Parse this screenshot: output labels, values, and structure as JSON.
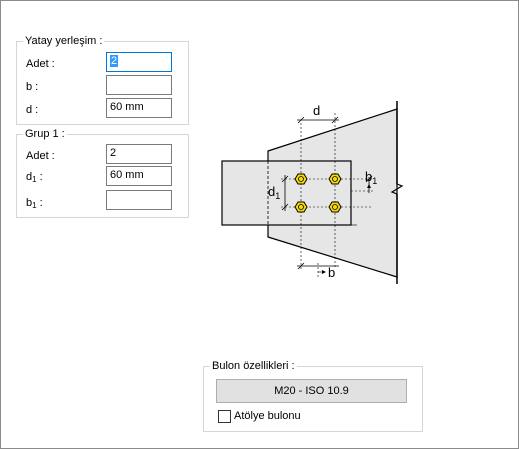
{
  "horizontal_group": {
    "title": "Yatay yerleşim :",
    "fields": [
      {
        "label": "Adet :",
        "value": "2"
      },
      {
        "label": "b :",
        "value": ""
      },
      {
        "label": "d :",
        "value": "60 mm"
      }
    ]
  },
  "group1": {
    "title": "Grup 1 :",
    "adet_label": "Adet :",
    "adet_value": "2",
    "d1_label_main": "d",
    "d1_label_sub": "1",
    "d1_label_colon": " :",
    "d1_value": "60 mm",
    "b1_label_main": "b",
    "b1_label_sub": "1",
    "b1_label_colon": " :",
    "b1_value": ""
  },
  "diagram": {
    "label_d": "d",
    "label_d1_main": "d",
    "label_d1_sub": "1",
    "label_b1_main": "b",
    "label_b1_sub": "1",
    "label_b": "b",
    "bolt_color": "#f5d90a",
    "plate_color": "#e6e6e6"
  },
  "bolt_group": {
    "title": "Bulon özellikleri :",
    "bolt_button": "M20 - ISO 10.9",
    "workshop_label": "Atölye bulonu",
    "workshop_checked": false
  }
}
